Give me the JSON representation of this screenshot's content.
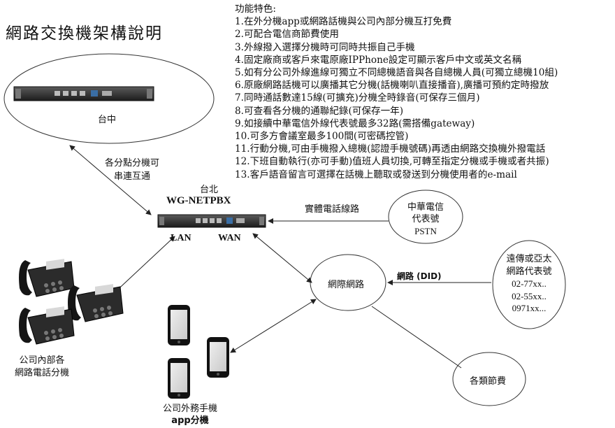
{
  "title": "網路交換機架構說明",
  "features": {
    "heading": "功能特色:",
    "items": [
      "1.在外分機app或網路話機與公司內部分機互打免費",
      "2.可配合電信商節費使用",
      "3.外線撥入選擇分機時可同時共振自己手機",
      "4.固定廠商或客戶來電原廠IPPhone設定可顯示客戶中文或英文名稱",
      "5.如有分公司外線進線可獨立不同總機語音與各自總機人員(可獨立總機10組)",
      "6.原廠網路話機可以廣播其它分機(話機喇叭直接播音),廣播可預約定時撥放",
      "7.同時通話數達15線(可擴充)分機全時錄音(可保存三個月)",
      "8.可查看各分機的通聯紀錄(可保存一年)",
      "9.如接續中華電信外線代表號最多32路(需搭備gateway)",
      "10.可多方會議室最多100間(可密碼控管)",
      "11.行動分機,可由手機撥入總機(認證手機號碼)再透由網路交換機外撥電話",
      "12.下班自動執行(亦可手動)值班人員切換,可轉至指定分機或手機或者共振)",
      "13.客戶語音留言可選擇在話機上聽取或發送到分機使用者的e-mail"
    ]
  },
  "taichung": {
    "label": "台中"
  },
  "branch_link": {
    "line1": "各分點分機可",
    "line2": "串連互通"
  },
  "pbx": {
    "location": "台北",
    "model": "WG-NETPBX",
    "lan": "LAN",
    "wan": "WAN"
  },
  "physical_line_label": "實體電話線路",
  "pstn": {
    "line1": "中華電信",
    "line2": "代表號",
    "line3": "PSTN"
  },
  "internet": {
    "label": "網際網路",
    "did_label": "網路 (DID)"
  },
  "voip": {
    "line1": "遠傳或亞太",
    "line2": "網路代表號",
    "line3": "02-77xx..",
    "line4": "02-55xx..",
    "line5": "0971xx..."
  },
  "billing": {
    "label": "各類節費"
  },
  "phones": {
    "line1": "公司內部各",
    "line2": "網路電話分機"
  },
  "mobiles": {
    "line1": "公司外務手機",
    "line2": "app分機"
  }
}
